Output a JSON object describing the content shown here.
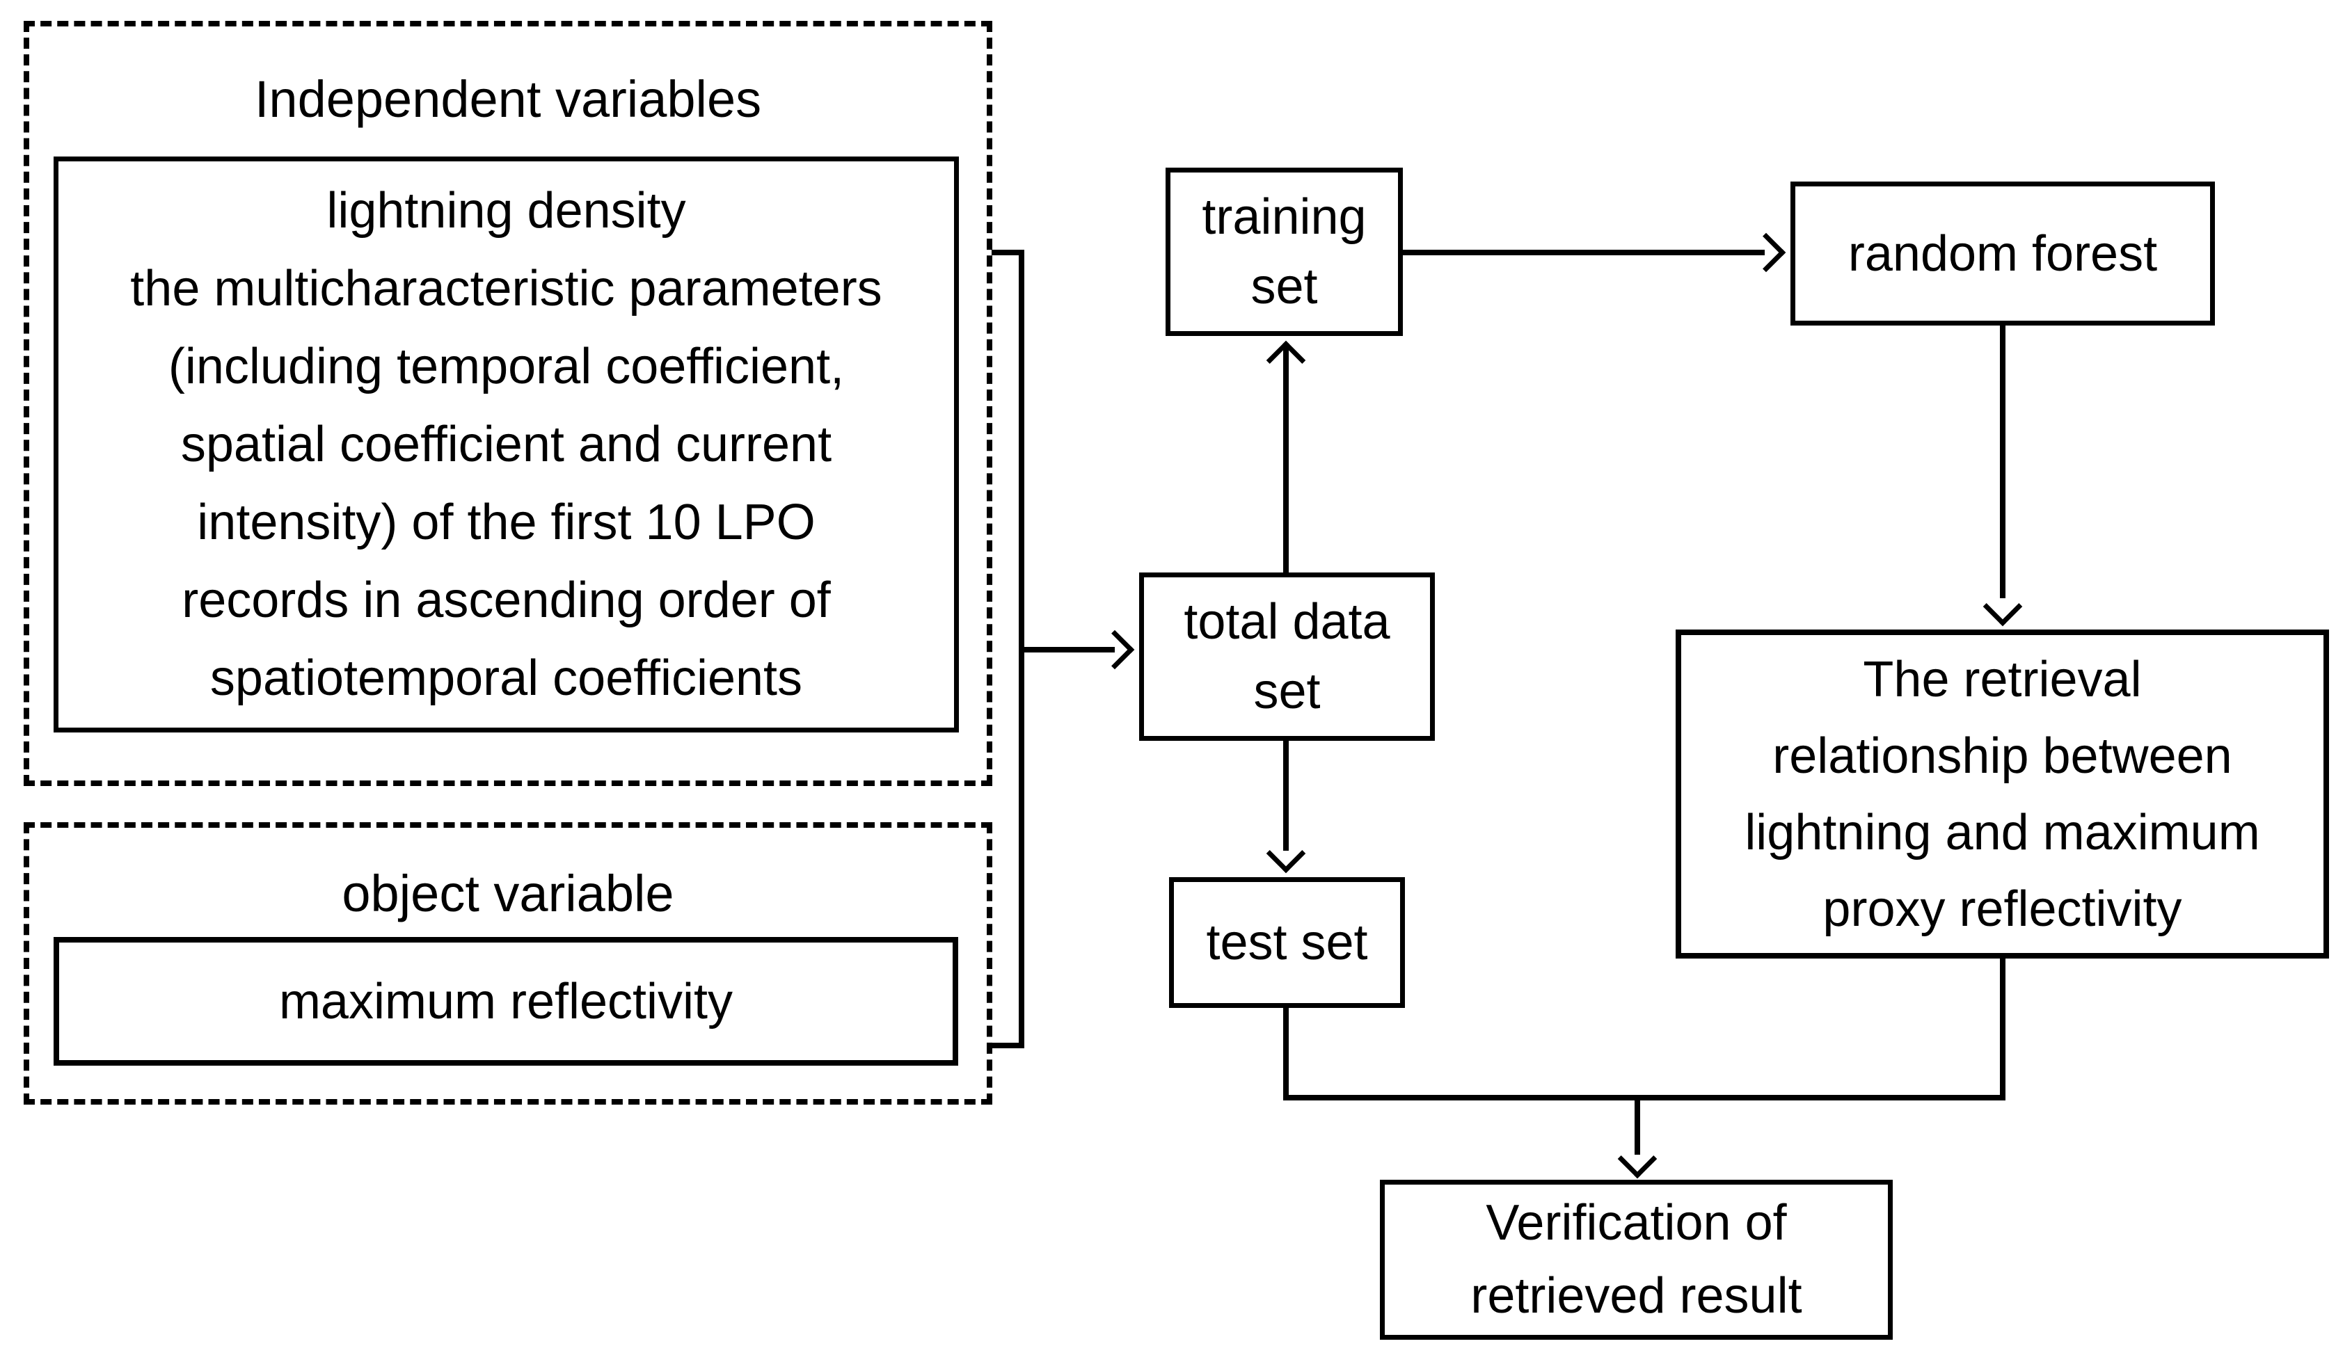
{
  "page": {
    "background_color": "#ffffff",
    "line_color": "#000000"
  },
  "independent_group": {
    "title": "Independent variables",
    "box_lines": [
      "lightning density",
      "the multicharacteristic parameters",
      "(including temporal coefficient,",
      "spatial coefficient and current",
      "intensity) of the first 10 LPO",
      "records in ascending order of",
      "spatiotemporal coefficients"
    ]
  },
  "object_group": {
    "title": "object variable",
    "box_label": "maximum reflectivity"
  },
  "nodes": {
    "training_set": "training set",
    "total_data_set": "total data set",
    "test_set": "test set",
    "random_forest": "random forest",
    "retrieval_lines": [
      "The retrieval",
      "relationship between",
      "lightning and maximum",
      "proxy reflectivity"
    ],
    "verification_lines": [
      "Verification of",
      "retrieved result"
    ]
  }
}
